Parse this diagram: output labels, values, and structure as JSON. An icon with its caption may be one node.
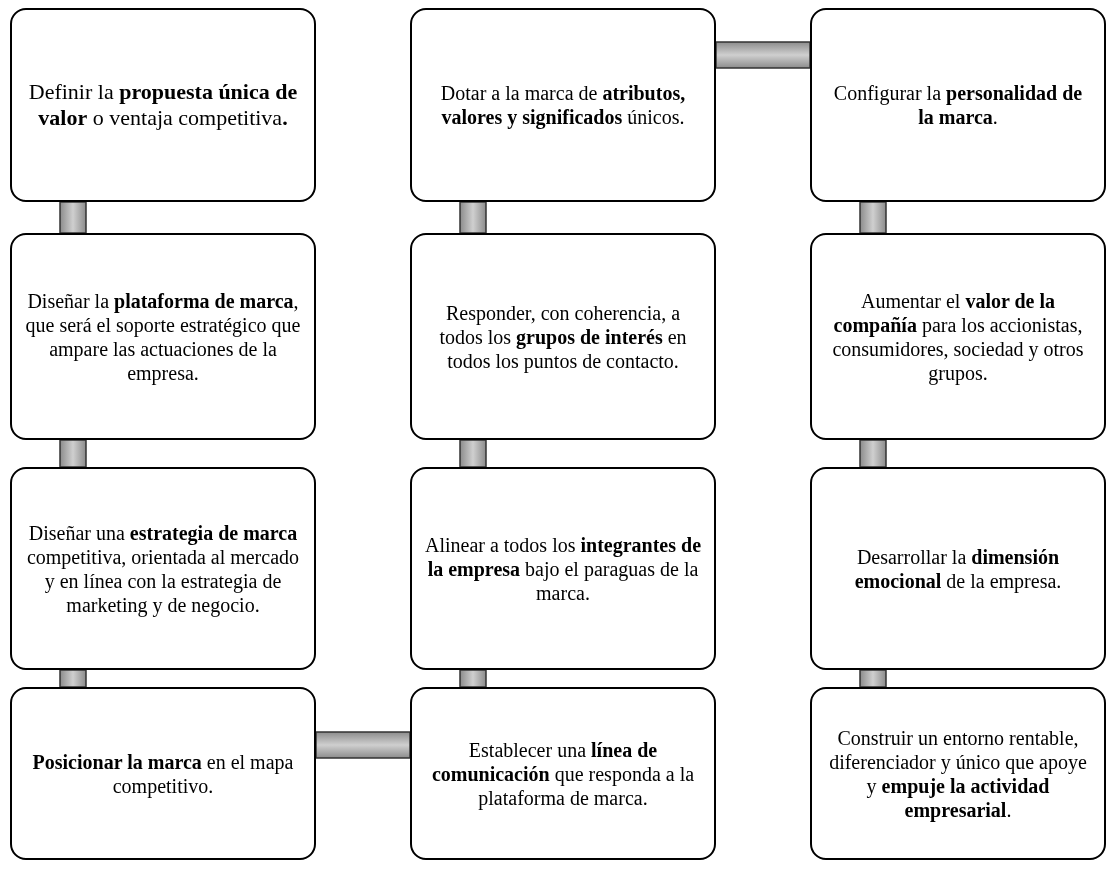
{
  "diagram": {
    "nodes": [
      {
        "text": [
          "Definir la **propuesta única de valor** o ventaja competitiva**.**"
        ]
      },
      {
        "text": [
          "Diseñar la **plataforma de marca**, que será el soporte estratégico que ampare las actuaciones de la empresa."
        ]
      },
      {
        "text": [
          "Diseñar una **estrategia de marca** competitiva, orientada al mercado y en línea con la estrategia de marketing y de negocio."
        ]
      },
      {
        "text": [
          "**Posicionar la marca** en el mapa competitivo."
        ]
      },
      {
        "text": [
          "Establecer una **línea de comunicación** que responda a la plataforma de marca."
        ]
      },
      {
        "text": [
          "Alinear a todos los **integrantes de la empresa** bajo el paraguas de la marca."
        ]
      },
      {
        "text": [
          "Responder, con coherencia, a todos los **grupos de interés** en todos los puntos de contacto."
        ]
      },
      {
        "text": [
          "Dotar a la marca de **atributos, valores y significados** únicos."
        ]
      },
      {
        "text": [
          "Configurar la **personalidad de la marca**."
        ]
      },
      {
        "text": [
          "Aumentar el **valor de la compañía** para los accionistas, consumidores, sociedad y otros grupos."
        ]
      },
      {
        "text": [
          "Desarrollar la **dimensión emocional** de la empresa."
        ]
      },
      {
        "text": [
          "Construir un entorno rentable, diferenciador y único que apoye y **empuje la actividad empresarial**."
        ]
      }
    ],
    "edges": [
      {
        "from": 0,
        "to": 1,
        "arrow": "none"
      },
      {
        "from": 1,
        "to": 2,
        "arrow": "none"
      },
      {
        "from": 2,
        "to": 3,
        "arrow": "none"
      },
      {
        "from": 3,
        "to": 4,
        "arrow": "none"
      },
      {
        "from": 4,
        "to": 5,
        "arrow": "none"
      },
      {
        "from": 5,
        "to": 6,
        "arrow": "none"
      },
      {
        "from": 6,
        "to": 7,
        "arrow": "none"
      },
      {
        "from": 7,
        "to": 8,
        "arrow": "none"
      },
      {
        "from": 8,
        "to": 9,
        "arrow": "none"
      },
      {
        "from": 9,
        "to": 10,
        "arrow": "none"
      },
      {
        "from": 10,
        "to": 11,
        "arrow": "none"
      }
    ]
  }
}
